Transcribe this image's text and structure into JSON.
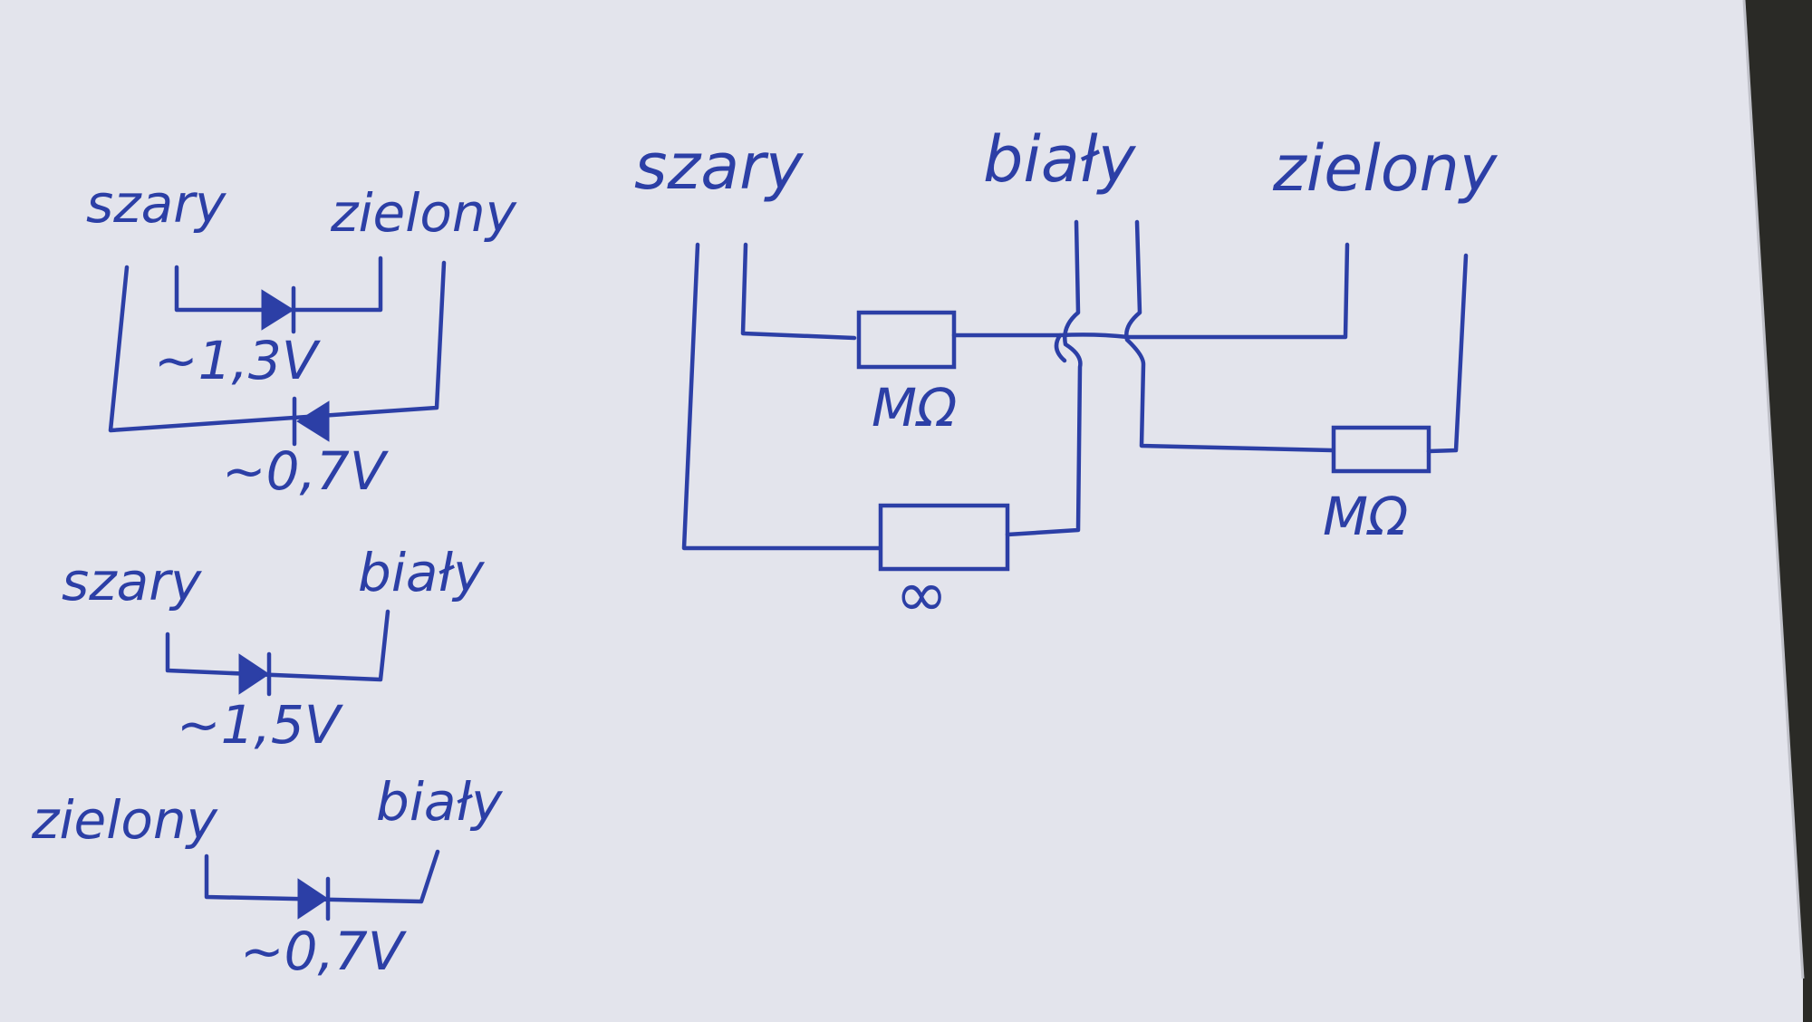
{
  "colors": {
    "paper": "#e3e4ec",
    "ink": "#2c3fa6",
    "background": "#2a2a26"
  },
  "diagram1": {
    "left_label": "szary",
    "right_label": "zielony",
    "forward_voltage": "~1,3V",
    "reverse_voltage": "~0,7V"
  },
  "diagram2": {
    "left_label": "szary",
    "right_label": "biały",
    "voltage": "~1,5V"
  },
  "diagram3": {
    "left_label": "zielony",
    "right_label": "biały",
    "voltage": "~0,7V"
  },
  "circuit": {
    "label_left": "szary",
    "label_middle": "biały",
    "label_right": "zielony",
    "resistor1_value": "MΩ",
    "resistor2_value": "∞",
    "resistor3_value": "MΩ"
  }
}
